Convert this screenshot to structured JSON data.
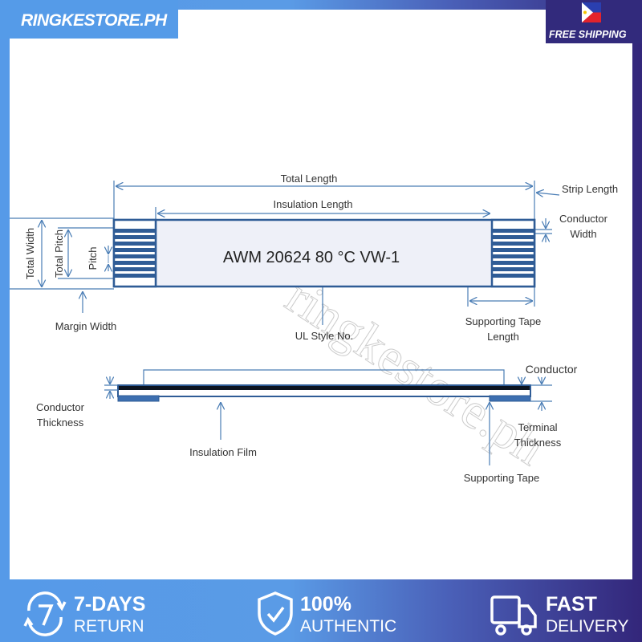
{
  "brand": {
    "logo": "RINGKESTORE.PH",
    "badge": "FREE SHIPPING",
    "watermark": "ringkestore.ph"
  },
  "diagram": {
    "total_length": "Total Length",
    "insulation_length": "Insulation Length",
    "strip_length": "Strip Length",
    "conductor_width": [
      "Conductor",
      "Width"
    ],
    "ul_style_text": "AWM 20624 80 °C VW-1",
    "total_width": "Total Width",
    "total_pitch": "Total Pitch",
    "pitch": "Pitch",
    "margin_width": "Margin Width",
    "ul_style_no": "UL Style No.",
    "supporting_tape_length": [
      "Supporting Tape",
      "Length"
    ],
    "conductor": "Conductor",
    "conductor_thickness": [
      "Conductor",
      "Thickness"
    ],
    "insulation_film": "Insulation Film",
    "terminal_thickness": [
      "Terminal",
      "Thickness"
    ],
    "supporting_tape": "Supporting Tape"
  },
  "footer": [
    {
      "title": "7-DAYS",
      "sub": "RETURN",
      "icon": "return-7-icon"
    },
    {
      "title": "100%",
      "sub": "AUTHENTIC",
      "icon": "shield-check-icon"
    },
    {
      "title": "FAST",
      "sub": "DELIVERY",
      "icon": "truck-icon"
    }
  ],
  "colors": {
    "line": "#4a7db5",
    "stripe": "#2f5c96",
    "body": "#eef0f8"
  }
}
